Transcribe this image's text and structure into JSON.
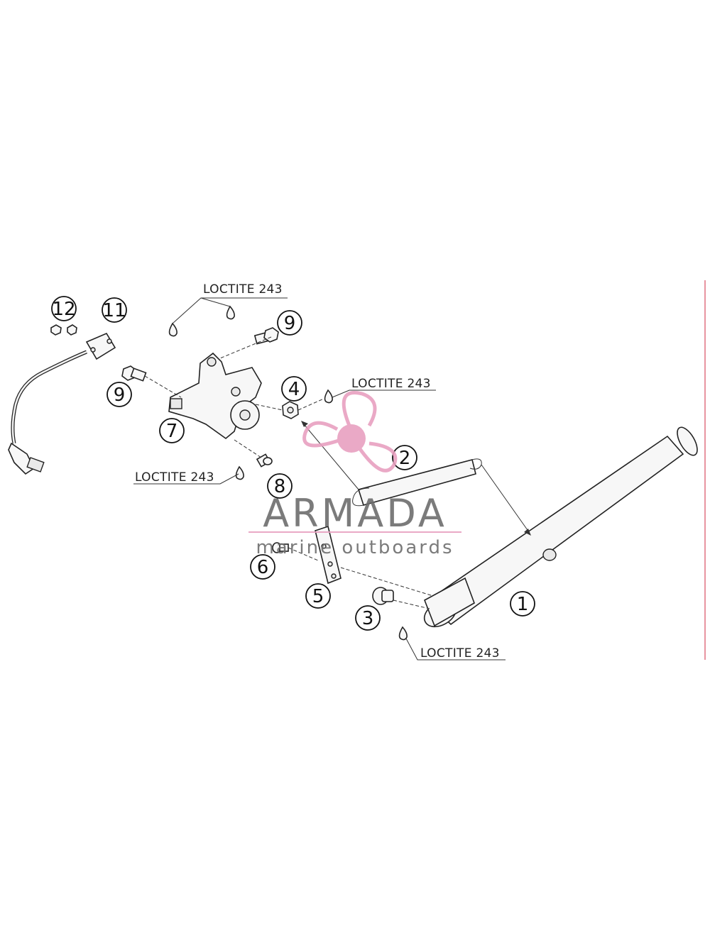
{
  "callouts": [
    {
      "num": "1"
    },
    {
      "num": "2"
    },
    {
      "num": "3"
    },
    {
      "num": "4"
    },
    {
      "num": "5"
    },
    {
      "num": "6"
    },
    {
      "num": "7"
    },
    {
      "num": "8"
    },
    {
      "num": "9"
    },
    {
      "num": "9"
    },
    {
      "num": "11"
    },
    {
      "num": "12"
    }
  ],
  "loctite_labels": [
    "LOCTITE 243",
    "LOCTITE 243",
    "LOCTITE 243",
    "LOCTITE 243"
  ],
  "watermark": {
    "brand": "ARMADA",
    "tagline": "marine outboards",
    "accent_color": "#e8a0c0",
    "text_color": "#6d6d6d"
  },
  "border_accent_color": "#e07080"
}
